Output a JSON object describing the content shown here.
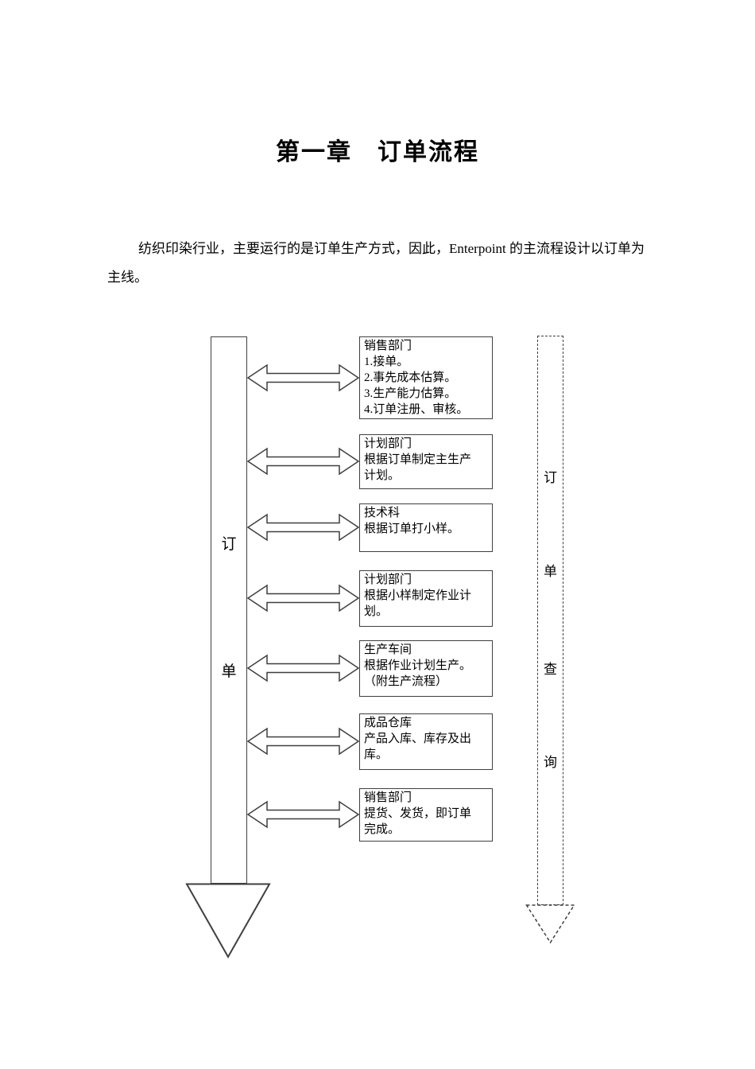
{
  "document": {
    "title": "第一章　订单流程",
    "intro_line1": "纺织印染行业，主要运行的是订单生产方式，因此，Enterpoint 的主流程设计以订单为",
    "intro_line2": "主线。"
  },
  "diagram": {
    "line_color": "#3f3f3f",
    "main_bar": {
      "chars": [
        "订",
        "单"
      ]
    },
    "query_bar": {
      "chars": [
        "订",
        "单",
        "查",
        "询"
      ]
    },
    "boxes": [
      {
        "text": "销售部门\n1.接单。\n2.事先成本估算。\n3.生产能力估算。\n4.订单注册、审核。"
      },
      {
        "text": "计划部门\n根据订单制定主生产\n计划。"
      },
      {
        "text": "技术科\n根据订单打小样。"
      },
      {
        "text": "计划部门\n根据小样制定作业计\n划。"
      },
      {
        "text": "生产车间\n根据作业计划生产。\n（附生产流程）"
      },
      {
        "text": "成品仓库\n产品入库、库存及出\n库。"
      },
      {
        "text": "销售部门\n提货、发货，即订单\n完成。"
      }
    ]
  }
}
